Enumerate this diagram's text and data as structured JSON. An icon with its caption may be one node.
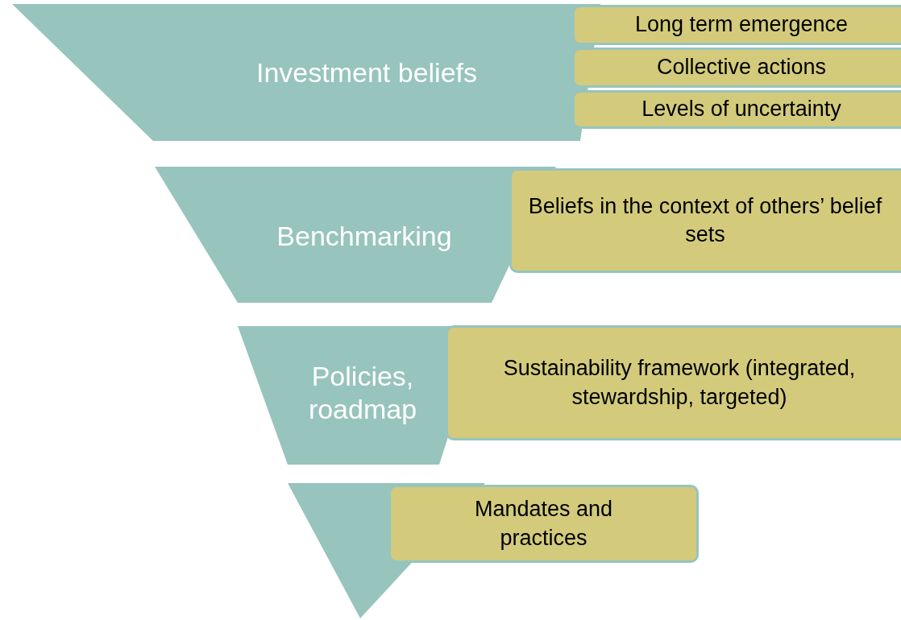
{
  "diagram": {
    "nodes": [
      {
        "text": [
          "Investment beliefs"
        ]
      },
      {
        "text": [
          "Long term emergence"
        ]
      },
      {
        "text": [
          "Collective actions"
        ]
      },
      {
        "text": [
          "Levels of uncertainty"
        ]
      },
      {
        "text": [
          "Benchmarking"
        ]
      },
      {
        "text": [
          "Beliefs in the context of others’ belief sets"
        ]
      },
      {
        "text": [
          "Policies, roadmap"
        ]
      },
      {
        "text": [
          "Sustainability framework (integrated, stewardship, targeted)"
        ]
      },
      {
        "text": [],
        "shape": "triangle"
      },
      {
        "text": [
          "Mandates and practices"
        ]
      }
    ],
    "edges": []
  }
}
